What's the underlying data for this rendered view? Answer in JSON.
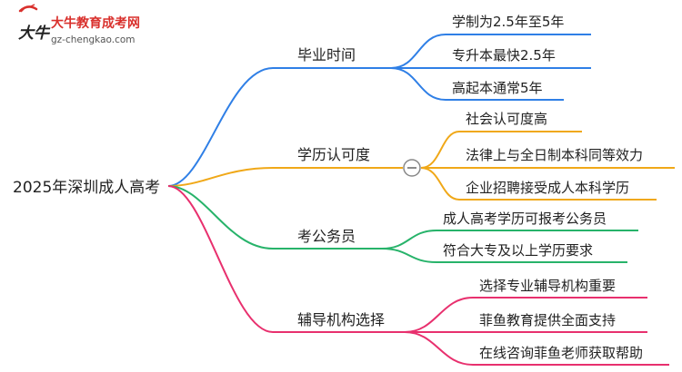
{
  "logo": {
    "name": "大牛教育成考网",
    "url": "gz-chengkao.com",
    "mark_text": "大牛",
    "colors": {
      "red": "#d9302c",
      "text": "#333333",
      "url": "#555555"
    }
  },
  "root": {
    "label": "2025年深圳成人高考"
  },
  "branches": [
    {
      "id": "graduation",
      "label": "毕业时间",
      "color": "#2f7fe6",
      "children": [
        "学制为2.5年至5年",
        "专升本最快2.5年",
        "高起本通常5年"
      ]
    },
    {
      "id": "recognition",
      "label": "学历认可度",
      "color": "#f0a818",
      "collapse_icon": "minus-circle-icon",
      "children": [
        "社会认可度高",
        "法律上与全日制本科同等效力",
        "企业招聘接受成人本科学历"
      ]
    },
    {
      "id": "civil-service",
      "label": "考公务员",
      "color": "#27b36a",
      "children": [
        "成人高考学历可报考公务员",
        "符合大专及以上学历要求"
      ]
    },
    {
      "id": "tutoring",
      "label": "辅导机构选择",
      "color": "#e8306e",
      "children": [
        "选择专业辅导机构重要",
        "菲鱼教育提供全面支持",
        "在线咨询菲鱼老师获取帮助"
      ]
    }
  ],
  "colors": {
    "text": "#222222",
    "toggle_stroke": "#888888"
  }
}
